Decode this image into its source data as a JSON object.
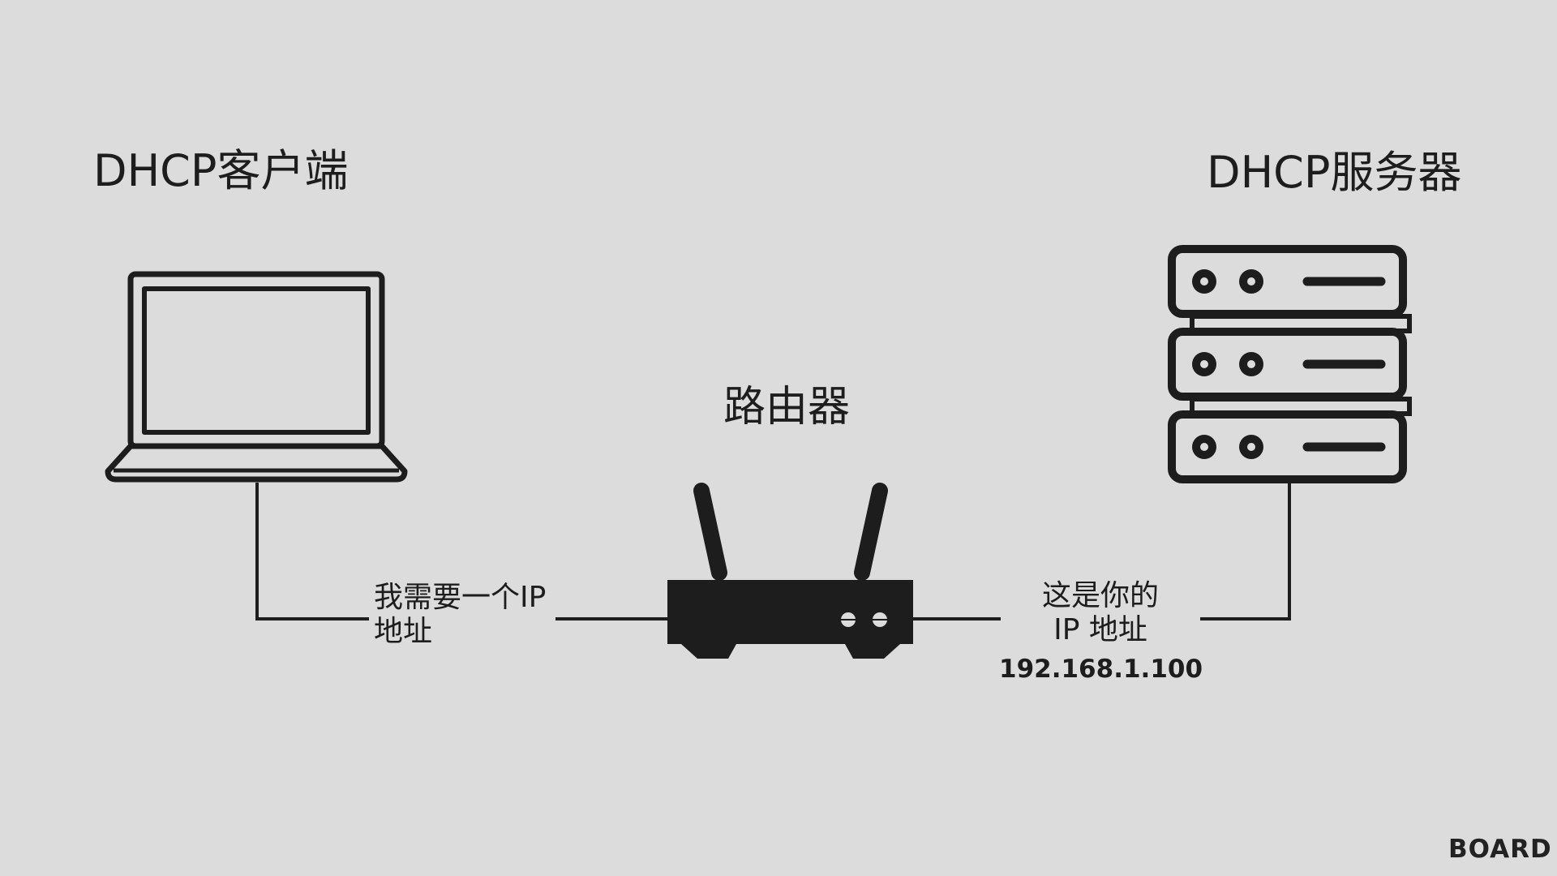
{
  "labels": {
    "client": "DHCP客户端",
    "server": "DHCP服务器",
    "router": "路由器"
  },
  "messages": {
    "request": [
      "我需要一个IP",
      "地址"
    ],
    "reply": [
      "这是你的",
      "IP 地址"
    ],
    "ip_address": "192.168.1.100"
  },
  "brand": "BOARD",
  "icons": {
    "client": "laptop-icon",
    "router": "router-icon",
    "server": "server-rack-icon"
  },
  "colors": {
    "background": "#dcdcdc",
    "ink": "#1d1d1d"
  }
}
